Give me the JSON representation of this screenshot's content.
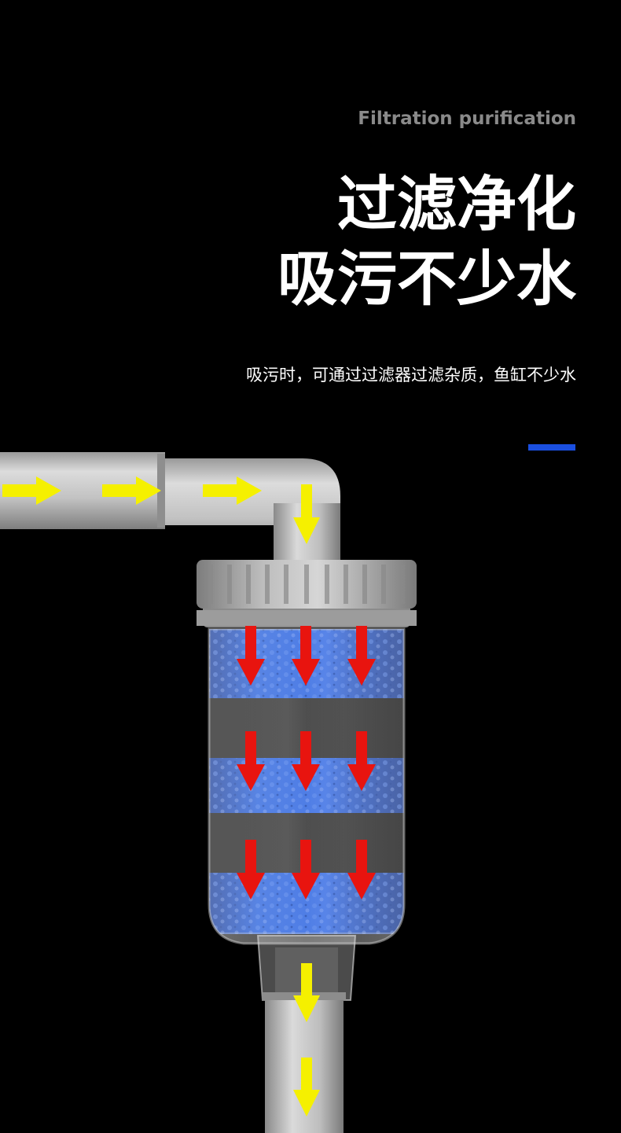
{
  "header": {
    "subtitle_en": "Filtration purification",
    "headline_line1": "过滤净化",
    "headline_line2": "吸污不少水",
    "description": "吸污时，可通过过滤器过滤杂质，鱼缸不少水"
  },
  "colors": {
    "background": "#000000",
    "accent_bar": "#1a4fe0",
    "flow_arrow_pipe": "#f5f000",
    "flow_arrow_filter": "#e8140f",
    "pipe": "#c4c4c4",
    "filter_blue_layer": "#2d5fd0",
    "filter_dark_layer": "#3a3a3a"
  },
  "icons": {
    "pipe_arrows": "arrow-right-icon",
    "down_arrows": "arrow-down-icon"
  }
}
